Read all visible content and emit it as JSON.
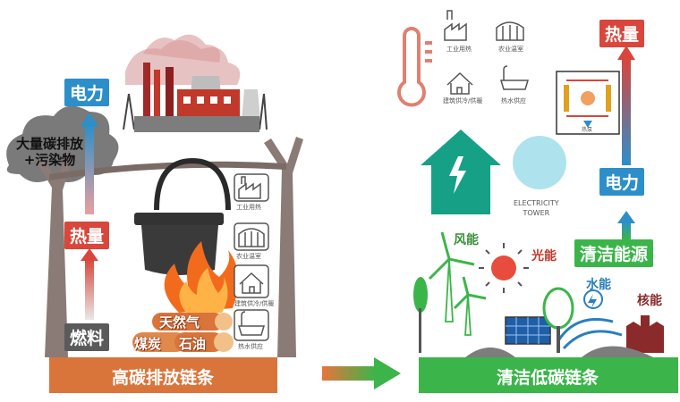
{
  "left": {
    "bar_label": "高碳排放链条",
    "electricity": "电力",
    "heat": "热量",
    "fuel": "燃料",
    "emission": "大量碳排放\n+污染物",
    "fuels": [
      "天然气",
      "煤炭",
      "石油"
    ],
    "uses": [
      "工业用热",
      "农业温室",
      "建筑供冷/供暖",
      "热水供应"
    ]
  },
  "right": {
    "bar_label": "清洁低碳链条",
    "heat": "热量",
    "electricity": "电力",
    "clean_energy": "清洁能源",
    "tower": "ELECTRICITY\nTOWER",
    "uses": [
      "工业用热",
      "农业温室",
      "建筑供冷/供暖",
      "热水供应"
    ],
    "sources": {
      "wind": "风能",
      "solar": "光能",
      "hydro": "水能",
      "nuclear": "核能"
    },
    "diagram_label": "热泵"
  },
  "colors": {
    "left_bar": "#d9743a",
    "right_bar": "#3bb54a",
    "blue": "#2d8fc9",
    "red": "#d9463c",
    "house_green": "#16a085"
  }
}
